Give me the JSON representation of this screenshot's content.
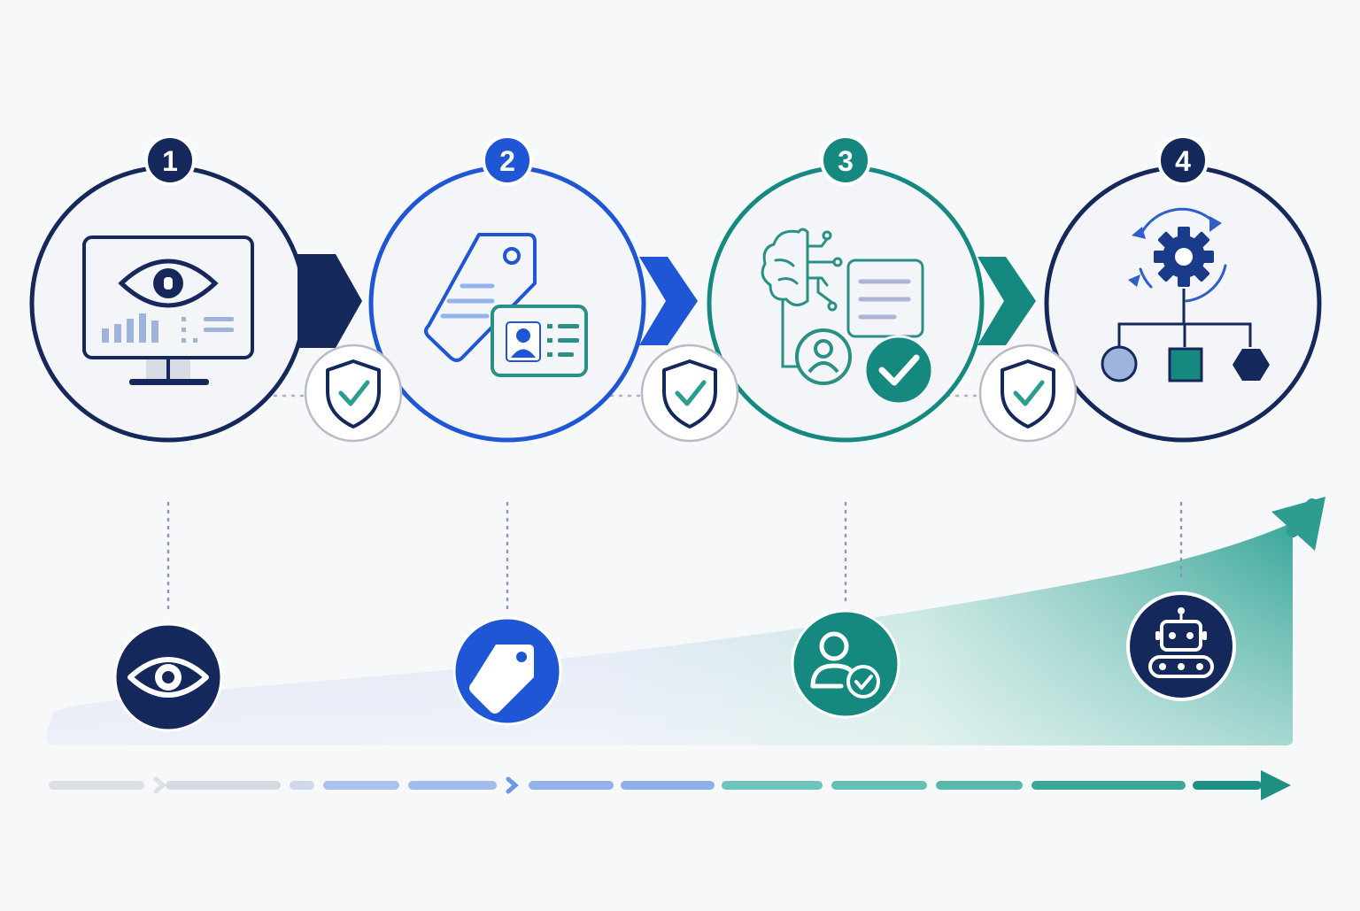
{
  "colors": {
    "background": "#f7f8fa",
    "navy": "#14285c",
    "blue": "#1f56d6",
    "teal": "#15897f",
    "gray": "#b8bcc6",
    "light_blue": "#8eb0ea"
  },
  "steps": [
    {
      "number": "1",
      "color": "#14285c",
      "icon": "monitor-eye-icon",
      "milestone_icon": "eye-icon"
    },
    {
      "number": "2",
      "color": "#1f56d6",
      "icon": "tag-id-card-icon",
      "milestone_icon": "tag-icon"
    },
    {
      "number": "3",
      "color": "#15897f",
      "icon": "ai-brain-approval-icon",
      "milestone_icon": "user-check-icon"
    },
    {
      "number": "4",
      "color": "#14285c",
      "icon": "automation-workflow-icon",
      "milestone_icon": "robot-icon"
    }
  ],
  "connectors": [
    {
      "icon": "shield-check-icon"
    },
    {
      "icon": "shield-check-icon"
    },
    {
      "icon": "shield-check-icon"
    }
  ],
  "growth_curve": {
    "icon": "trend-arrow-icon"
  },
  "progress_track": {
    "icon": "dashed-arrow-icon"
  }
}
